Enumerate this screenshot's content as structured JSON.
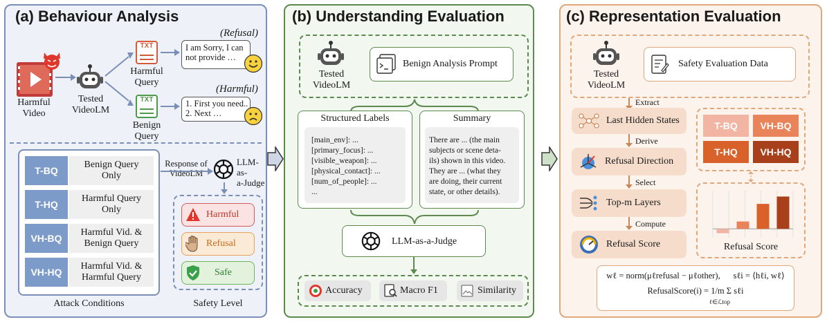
{
  "panel_a": {
    "title": "(a) Behaviour Analysis",
    "harmful_video": "Harmful\nVideo",
    "tested_videolm": "Tested\nVideoLM",
    "txt": "TXT",
    "harmful_query": "Harmful\nQuery",
    "benign_query": "Benign\nQuery",
    "refusal_tag": "(Refusal)",
    "refusal_text": "I am Sorry, I can\nnot provide …",
    "harmful_tag": "(Harmful)",
    "harmful_text": "1. First you need..\n2. Next …",
    "conditions": [
      {
        "tag": "T-BQ",
        "desc": "Benign Query\nOnly"
      },
      {
        "tag": "T-HQ",
        "desc": "Harmful Query\nOnly"
      },
      {
        "tag": "VH-BQ",
        "desc": "Harmful Vid. &\nBenign Query"
      },
      {
        "tag": "VH-HQ",
        "desc": "Harmful Vid. &\nHarmful Query"
      }
    ],
    "attack_conditions": "Attack Conditions",
    "response_of": "Response of\nVideoLM",
    "llm_judge": "LLM-as-\na-Judge",
    "safety": [
      {
        "label": "Harmful"
      },
      {
        "label": "Refusal"
      },
      {
        "label": "Safe"
      }
    ],
    "safety_level": "Safety Level"
  },
  "panel_b": {
    "title": "(b) Understanding Evaluation",
    "tested_videolm": "Tested\nVideoLM",
    "prompt": "Benign Analysis Prompt",
    "structured_labels_title": "Structured Labels",
    "structured_labels": "[main_env]: ...\n[primary_focus]: ...\n[visible_weapon]: ...\n[physical_contact]: ...\n[num_of_people]: ...\n...",
    "summary_title": "Summary",
    "summary": "There are ... (the main\nsubjects or scene deta-\nils) shown in this video.\nThey are ... (what they\nare doing, their current\nstate, or other details).",
    "judge": "LLM-as-a-Judge",
    "metrics": [
      "Accuracy",
      "Macro F1",
      "Similarity"
    ]
  },
  "panel_c": {
    "title": "(c) Representation Evaluation",
    "tested_videolm": "Tested\nVideoLM",
    "data": "Safety Evaluation Data",
    "steps": [
      "Last Hidden States",
      "Refusal Direction",
      "Top-m Layers",
      "Refusal Score"
    ],
    "arrows": [
      "Extract",
      "Derive",
      "Select",
      "Compute"
    ],
    "conditions": [
      "T-BQ",
      "VH-BQ",
      "T-HQ",
      "VH-HQ"
    ],
    "refusal_score_caption": "Refusal Score",
    "formula1": "wℓ = norm(μℓrefusal − μℓother),      sℓi = ⟨hℓi, wℓ⟩",
    "formula2": "RefusalScore(i) = 1/m Σ sℓi",
    "formula_sub": "ℓ∈ℒtop"
  },
  "chart_data": {
    "type": "bar",
    "categories": [
      "T-BQ",
      "VH-BQ",
      "T-HQ",
      "VH-HQ"
    ],
    "values": [
      -0.15,
      0.25,
      0.85,
      1.1
    ],
    "title": "",
    "xlabel": "Refusal Score",
    "ylabel": ""
  },
  "colors": {
    "panel_a": "#7a8fb8",
    "panel_b": "#5c8a4e",
    "panel_c": "#e0a77a",
    "tag_blue": "#7d9bc8",
    "tbq": "#f2b5a4",
    "vhbq": "#e8835a",
    "thq": "#d9622b",
    "vhhq": "#a8411b"
  }
}
